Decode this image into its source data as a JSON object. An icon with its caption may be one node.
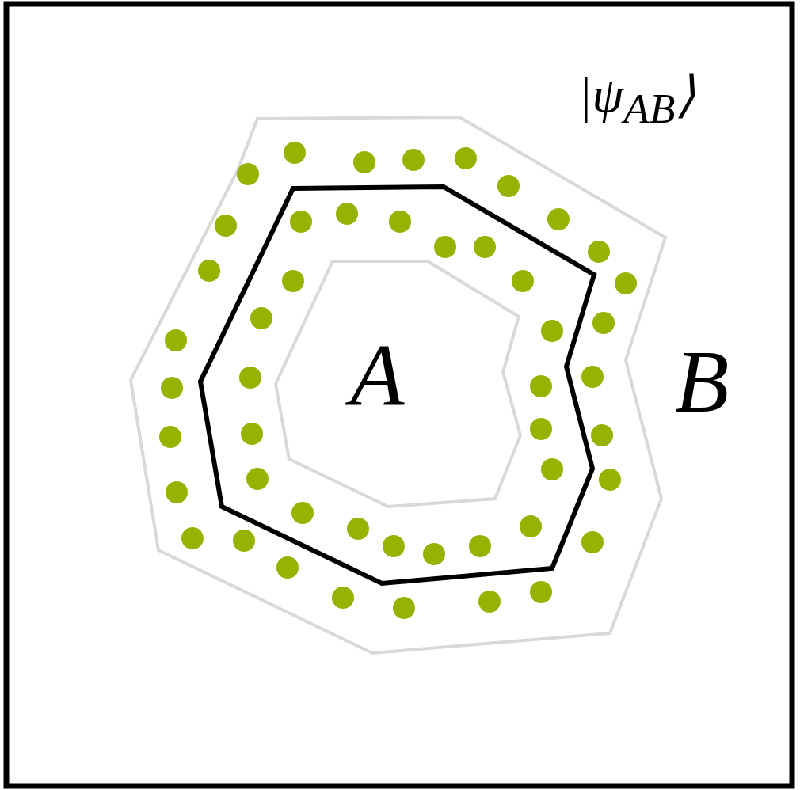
{
  "diagram": {
    "labels": [
      "|ψ$_{AB}$⟩",
      "A",
      "B"
    ]
  }
}
